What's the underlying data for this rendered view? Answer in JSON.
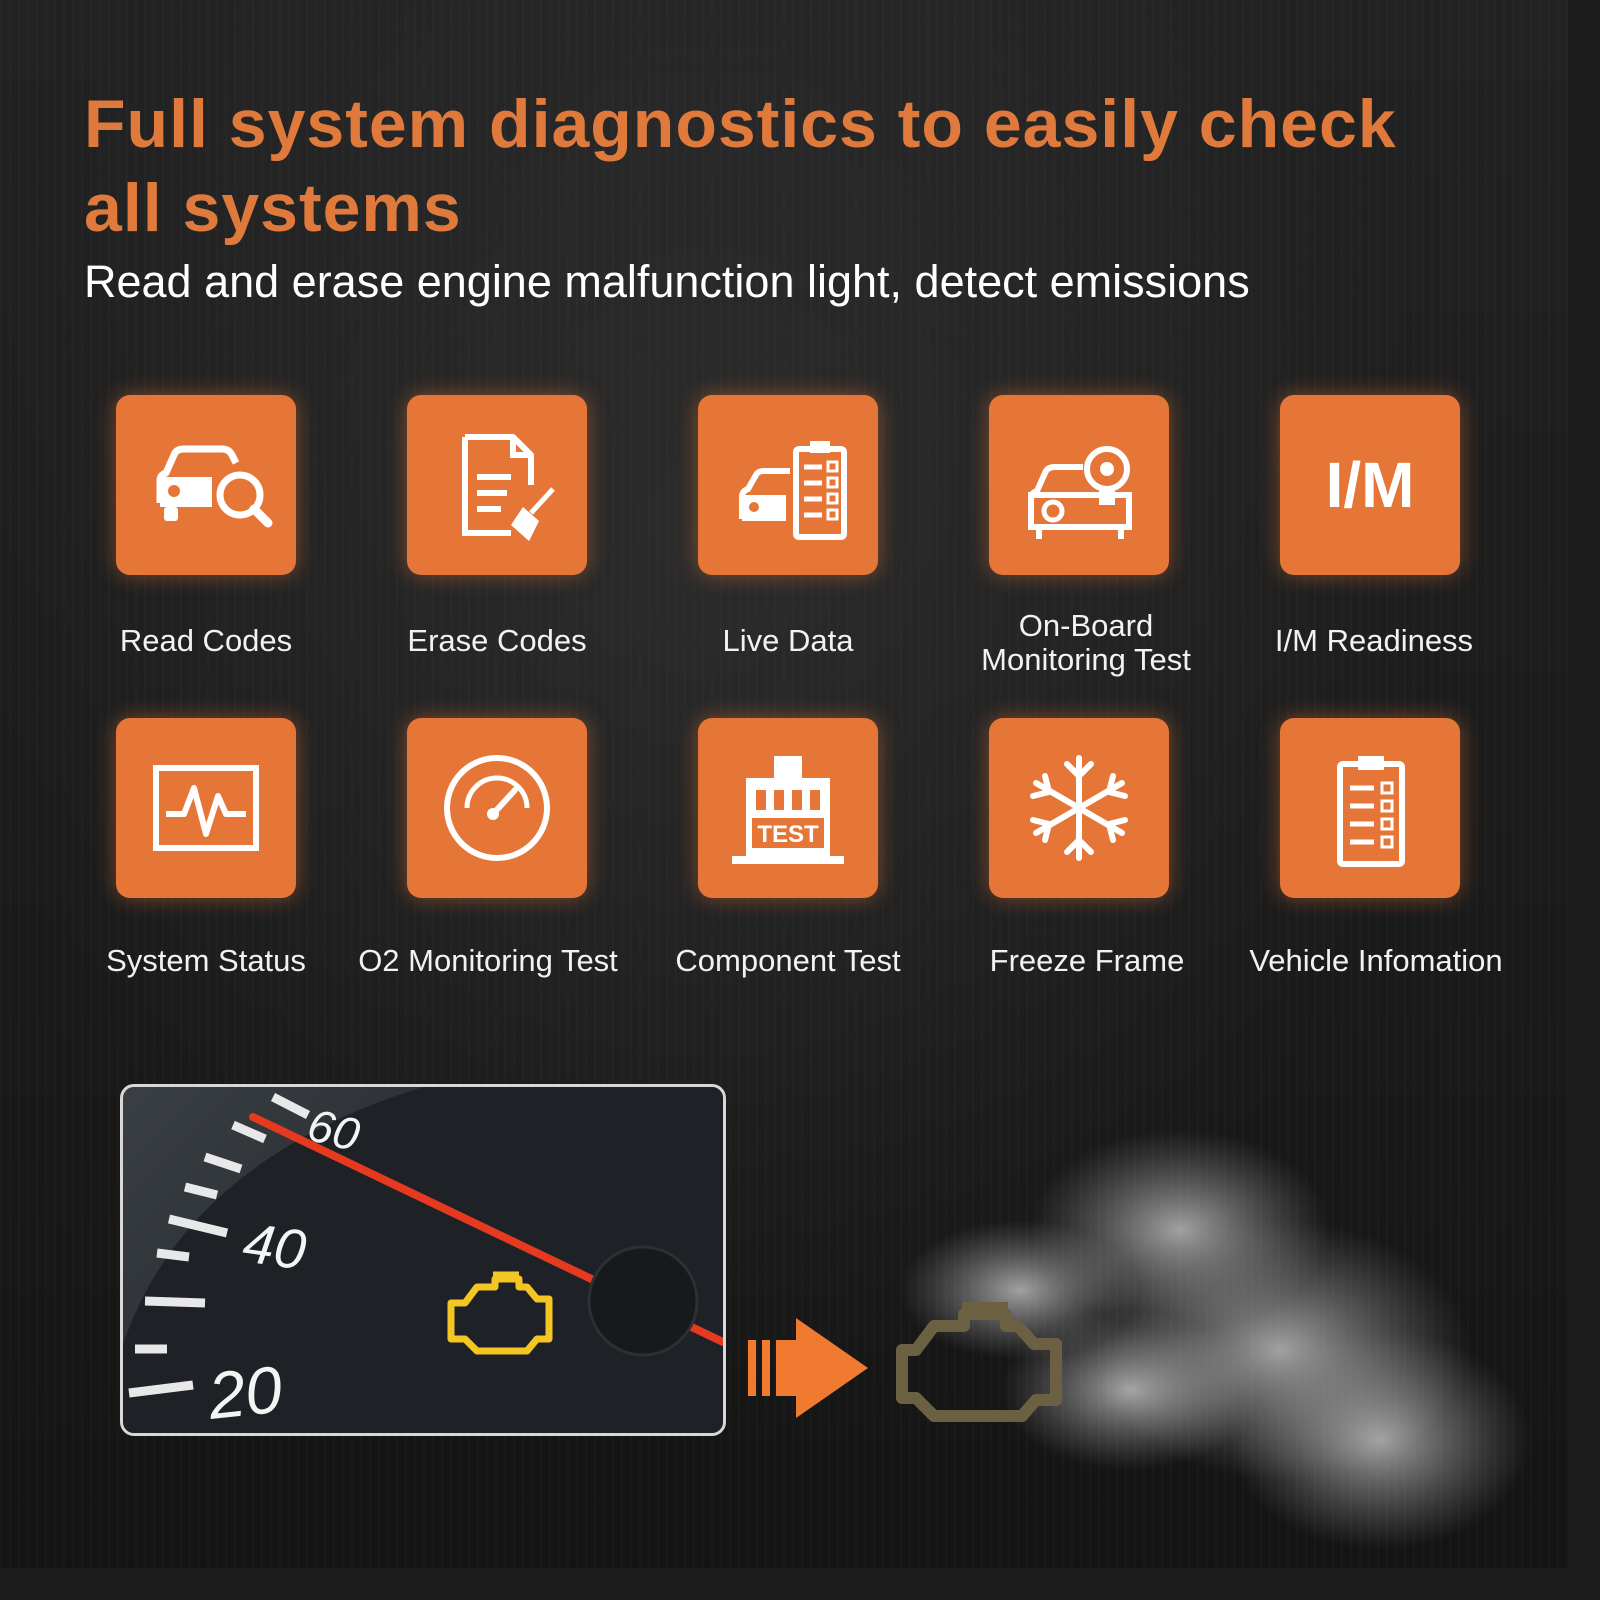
{
  "headline": "Full system diagnostics to easily check all systems",
  "subline": "Read and erase engine malfunction light, detect emissions",
  "colors": {
    "accent": "#e67637",
    "headline": "#e07a3c",
    "warning": "#f3c623"
  },
  "features": [
    {
      "label": "Read Codes",
      "icon": "car-search-icon"
    },
    {
      "label": "Erase Codes",
      "icon": "document-broom-icon"
    },
    {
      "label": "Live Data",
      "icon": "car-checklist-icon"
    },
    {
      "label": "On-Board Monitoring Test",
      "icon": "car-sensor-icon"
    },
    {
      "label": "I/M Readiness",
      "icon": "im-text-icon",
      "icon_text": "I/M"
    },
    {
      "label": "System Status",
      "icon": "waveform-icon"
    },
    {
      "label": "O2 Monitoring Test",
      "icon": "gauge-icon"
    },
    {
      "label": "Component Test",
      "icon": "test-bench-icon",
      "icon_text": "TEST"
    },
    {
      "label": "Freeze Frame",
      "icon": "snowflake-icon"
    },
    {
      "label": "Vehicle Infomation",
      "icon": "clipboard-icon"
    }
  ],
  "speedometer": {
    "ticks": [
      "60",
      "40",
      "20"
    ],
    "warning_icon": "check-engine-icon"
  }
}
